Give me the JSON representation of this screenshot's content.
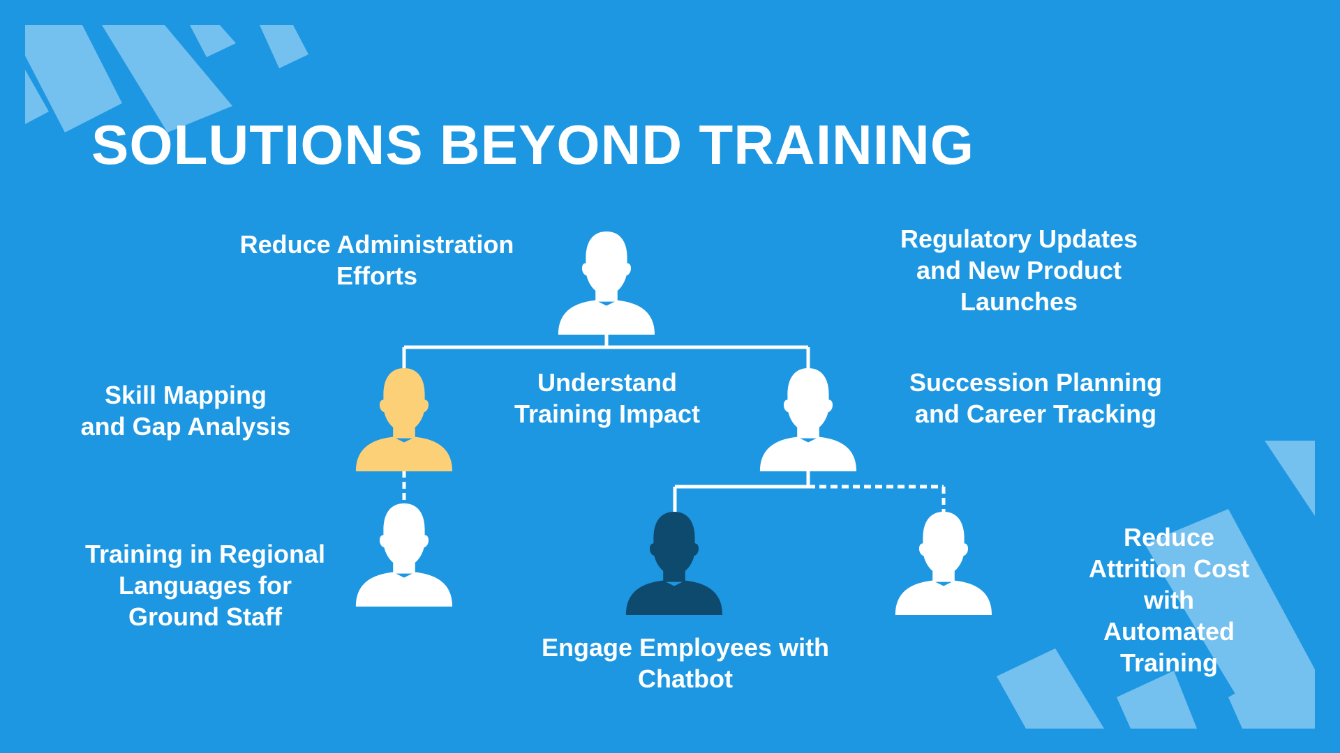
{
  "title": "SOLUTIONS BEYOND TRAINING",
  "labels": {
    "reduce_admin": "Reduce Administration\nEfforts",
    "regulatory": "Regulatory Updates\nand New Product Launches",
    "skill_mapping": "Skill Mapping\nand Gap Analysis",
    "training_impact": "Understand\nTraining Impact",
    "succession": "Succession Planning\nand Career Tracking",
    "regional": "Training in Regional\nLanguages for\nGround Staff",
    "chatbot": "Engage Employees with\nChatbot",
    "attrition": "Reduce Attrition Cost\nwith Automated\nTraining"
  },
  "colors": {
    "background": "#1d97e2",
    "person_default": "#ffffff",
    "person_highlight": "#fcd077",
    "person_dark": "#0e4a6e",
    "decor": "#74c0ef"
  },
  "icons": {
    "person": "person-icon"
  }
}
